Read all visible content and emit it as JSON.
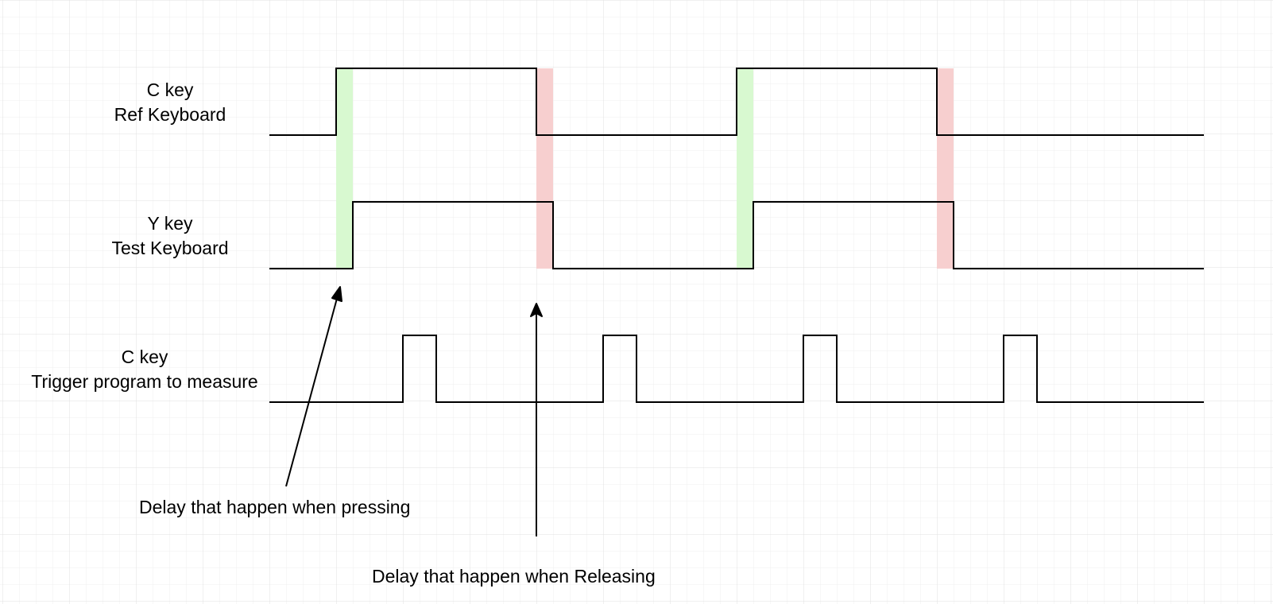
{
  "signals": [
    {
      "id": "ref",
      "line1": "C key",
      "line2": "Ref Keyboard"
    },
    {
      "id": "test",
      "line1": "Y key",
      "line2": "Test Keyboard"
    },
    {
      "id": "trigger",
      "line1": "C key",
      "line2": "Trigger program to measure"
    }
  ],
  "annotations": {
    "press_delay": "Delay that happen when pressing",
    "release_delay": "Delay that happen when Releasing"
  },
  "colors": {
    "press_delay_highlight": "#d8f9d0",
    "release_delay_highlight": "#f7cfcf",
    "grid": "#e6e6e6",
    "waveform": "#000000"
  }
}
